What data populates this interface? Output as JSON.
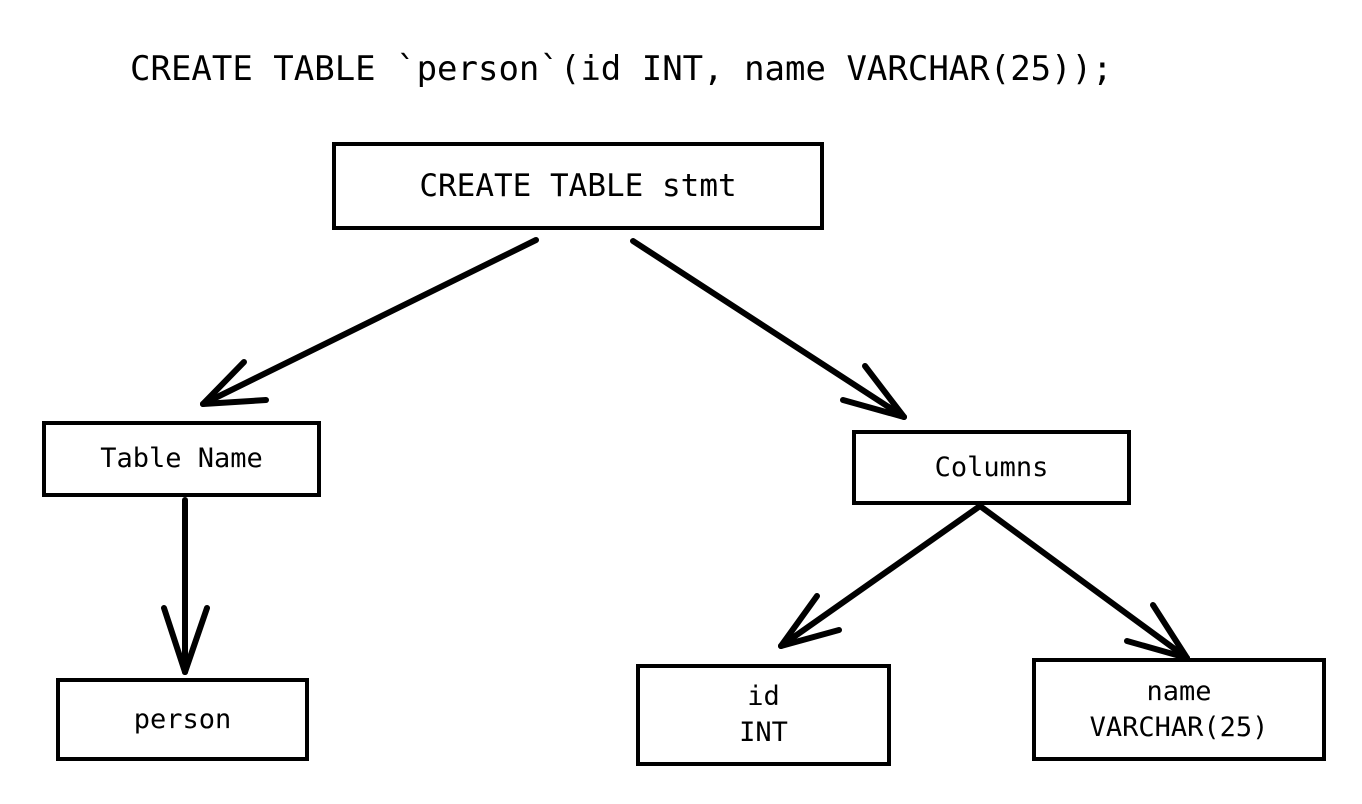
{
  "diagram": {
    "kind": "parse-tree",
    "statement": "CREATE TABLE `person`(id INT, name VARCHAR(25));",
    "background_color": "#ffffff",
    "stroke_color": "#000000",
    "nodes": {
      "root": {
        "label": "CREATE TABLE stmt"
      },
      "table_name": {
        "label": "Table Name"
      },
      "columns": {
        "label": "Columns"
      },
      "person": {
        "label": "person"
      },
      "col_id": {
        "line1": "id",
        "line2": "INT"
      },
      "col_name": {
        "line1": "name",
        "line2": "VARCHAR(25)"
      }
    },
    "edges": [
      {
        "from": "CREATE TABLE stmt",
        "to": "Table Name"
      },
      {
        "from": "CREATE TABLE stmt",
        "to": "Columns"
      },
      {
        "from": "Table Name",
        "to": "person"
      },
      {
        "from": "Columns",
        "to": "id INT"
      },
      {
        "from": "Columns",
        "to": "name VARCHAR(25)"
      }
    ]
  }
}
